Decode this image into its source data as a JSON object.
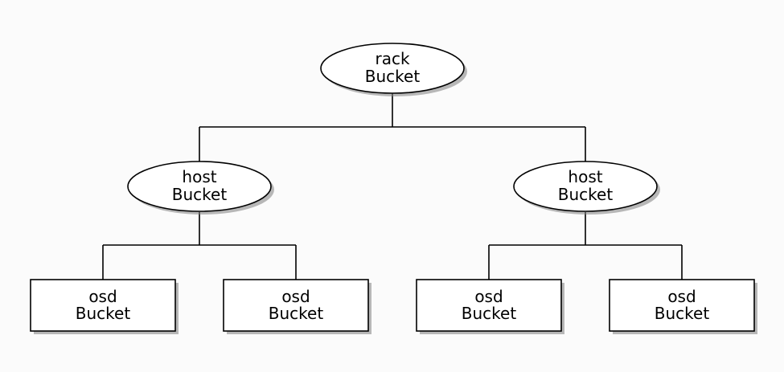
{
  "diagram": {
    "type": "tree",
    "nodes": {
      "rack": {
        "kind": "ellipse",
        "line1": "rack",
        "line2": "Bucket"
      },
      "host_left": {
        "kind": "ellipse",
        "line1": "host",
        "line2": "Bucket"
      },
      "host_right": {
        "kind": "ellipse",
        "line1": "host",
        "line2": "Bucket"
      },
      "osd_1": {
        "kind": "box",
        "line1": "osd",
        "line2": "Bucket"
      },
      "osd_2": {
        "kind": "box",
        "line1": "osd",
        "line2": "Bucket"
      },
      "osd_3": {
        "kind": "box",
        "line1": "osd",
        "line2": "Bucket"
      },
      "osd_4": {
        "kind": "box",
        "line1": "osd",
        "line2": "Bucket"
      }
    },
    "edges": [
      [
        "rack",
        "host_left"
      ],
      [
        "rack",
        "host_right"
      ],
      [
        "host_left",
        "osd_1"
      ],
      [
        "host_left",
        "osd_2"
      ],
      [
        "host_right",
        "osd_3"
      ],
      [
        "host_right",
        "osd_4"
      ]
    ]
  }
}
